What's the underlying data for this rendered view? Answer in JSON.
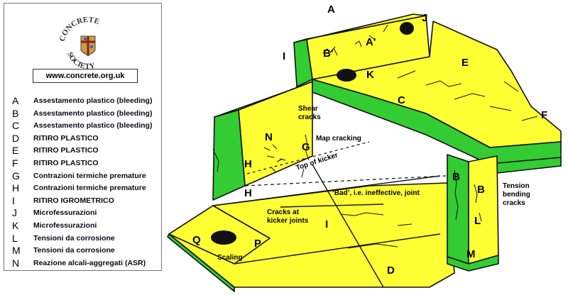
{
  "legend": {
    "logo_text": "CONCRETE SOCIETY",
    "url": "www.concrete.org.uk",
    "items": [
      {
        "key": "A",
        "desc": "Assestamento plastico (bleeding)"
      },
      {
        "key": "B",
        "desc": "Assestamento plastico (bleeding)"
      },
      {
        "key": "C",
        "desc": "Assestamento plastico (bleeding)"
      },
      {
        "key": "D",
        "desc": "RITIRO PLASTICO"
      },
      {
        "key": "E",
        "desc": "RITIRO PLASTICO"
      },
      {
        "key": "F",
        "desc": "RITIRO PLASTICO"
      },
      {
        "key": "G",
        "desc": "Contrazioni termiche premature"
      },
      {
        "key": "H",
        "desc": "Contrazioni termiche premature"
      },
      {
        "key": "I",
        "desc": "RITIRO IGROMETRICO"
      },
      {
        "key": "J",
        "desc": "Microfessurazioni"
      },
      {
        "key": "K",
        "desc": "Microfessurazioni"
      },
      {
        "key": "L",
        "desc": "Tensioni da corrosione"
      },
      {
        "key": "M",
        "desc": "Tensioni da corrosione"
      },
      {
        "key": "N",
        "desc": "Reazione alcali-aggregati (ASR)"
      }
    ]
  },
  "diagram": {
    "letters": {
      "A_top": "A",
      "J": "J",
      "I_left": "I",
      "B_wall": "B'",
      "A_wall": "A'",
      "K": "K",
      "E": "E",
      "C": "C",
      "F": "F",
      "N": "N",
      "G": "G",
      "H_upper": "H",
      "H_lower": "H",
      "B_col_front": "B",
      "B_col_side": "B",
      "L": "L",
      "M": "M",
      "I_floor": "I",
      "Q": "Q",
      "P": "P",
      "D": "D"
    },
    "labels": {
      "shear": "Shear",
      "shear2": "cracks",
      "map": "Map cracking",
      "kicker": "Top of kicker",
      "bad": "‘Bad’, i.e. ineffective, joint",
      "cracks_at": "Cracks at",
      "kicker_joints": "kicker joints",
      "scaling": "Scaling",
      "tension": "Tension",
      "bending": "bending",
      "cracks3": "cracks"
    },
    "colors": {
      "yellow": "#ffff33",
      "green": "#33cc33",
      "outline": "#111111"
    }
  }
}
